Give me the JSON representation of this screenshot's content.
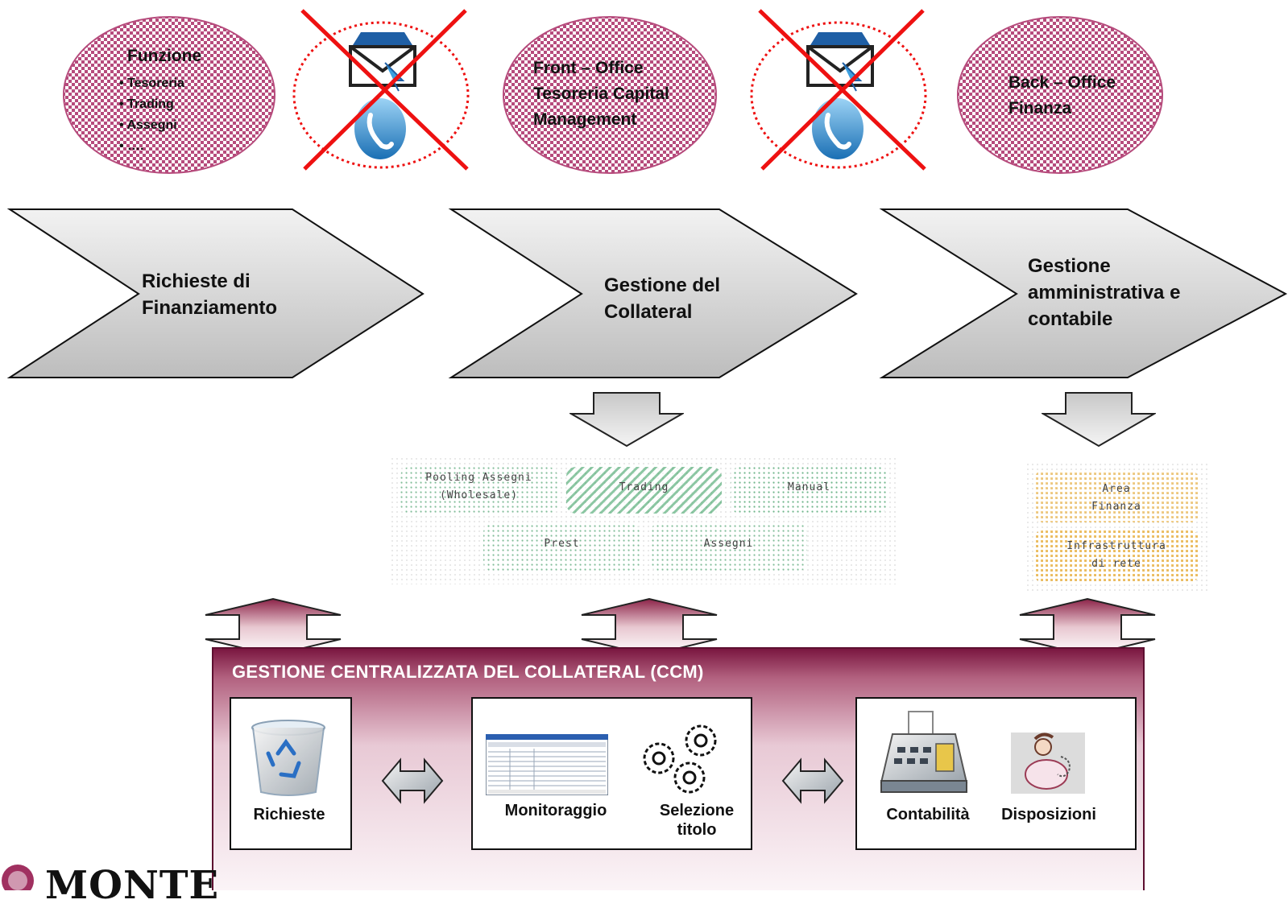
{
  "actors": {
    "funzione": {
      "title": "Funzione",
      "items": [
        "• Tesoreria",
        "• Trading",
        "• Assegni",
        "• …."
      ]
    },
    "front_office": {
      "line1": "Front – Office",
      "line2": "Tesoreria Capital",
      "line3": "Management"
    },
    "back_office": {
      "line1": "Back – Office",
      "line2": "Finanza"
    }
  },
  "process": {
    "step1": {
      "line1": "Richieste di",
      "line2": "Finanziamento"
    },
    "step2": {
      "line1": "Gestione del",
      "line2": "Collateral"
    },
    "step3": {
      "line1": "Gestione",
      "line2": "amministrativa e",
      "line3": "contabile"
    }
  },
  "front_systems": {
    "box1": {
      "line1": "Pooling Assegni",
      "line2": "(Wholesale)"
    },
    "box2": "Trading",
    "box3": "Manual",
    "box4": "Prest",
    "box5": "Assegni"
  },
  "back_systems": {
    "box1": {
      "line1": "Area",
      "line2": "Finanza"
    },
    "box2": {
      "line1": "Infrastruttura",
      "line2": "di rete"
    }
  },
  "ccm": {
    "title": "GESTIONE CENTRALIZZATA DEL COLLATERAL (CCM)",
    "richieste": "Richieste",
    "monitoraggio": "Monitoraggio",
    "selezione_line1": "Selezione",
    "selezione_line2": "titolo",
    "contabilita": "Contabilità",
    "disposizioni": "Disposizioni"
  },
  "logo": {
    "text": "MONTE"
  },
  "icons": {
    "mail_phone_1": "mail-phone-icon",
    "mail_phone_2": "mail-phone-icon",
    "cross": "cross-icon",
    "recycle_bin": "recycle-bin-icon",
    "monitor_screen": "monitor-screen-icon",
    "gears": "gears-icon",
    "cash_register": "cash-register-icon",
    "person": "person-icon"
  },
  "colors": {
    "ellipse_pattern": "#b64b7c",
    "ccm_gradient_top": "#7a1740",
    "front_systems": "#2e9a58",
    "back_systems": "#e8a21a",
    "cross": "#ee1111"
  }
}
